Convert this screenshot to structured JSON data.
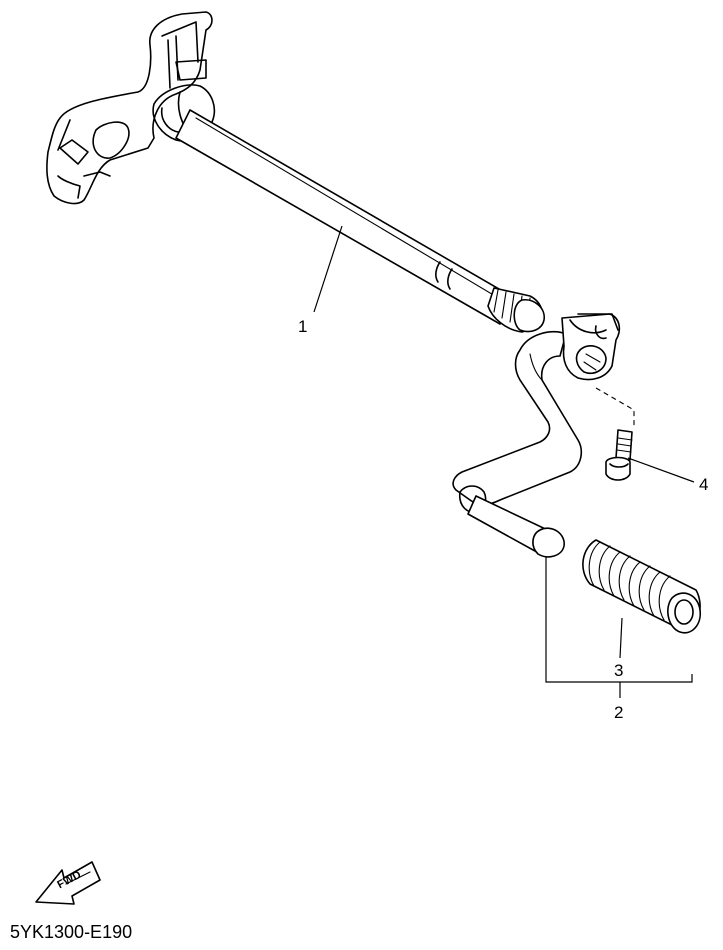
{
  "callouts": {
    "shaft": "1",
    "pedal_assy": "2",
    "footrest_rubber": "3",
    "bolt": "4"
  },
  "fwd_label": "FWD",
  "diagram_code": "5YK1300-E190"
}
